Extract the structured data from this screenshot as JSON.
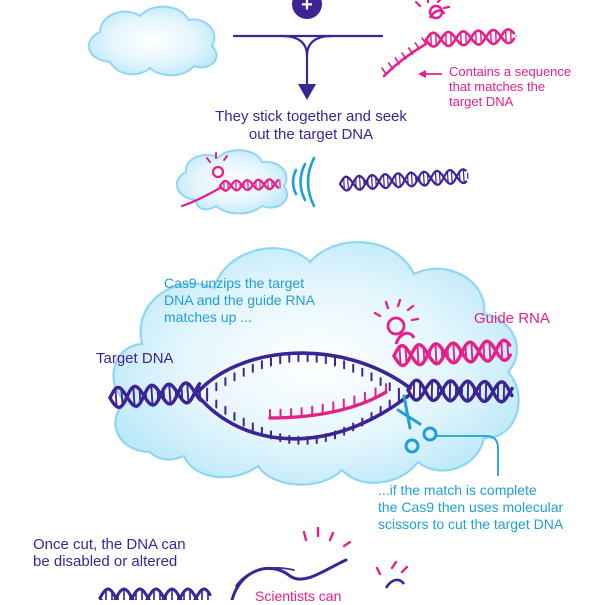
{
  "colors": {
    "purple": "#3d2496",
    "pink": "#e5208a",
    "blue": "#1e9fd8",
    "cloud_fill": "#cdeefb",
    "cloud_edge": "#8fd6f3"
  },
  "plus_symbol": "+",
  "labels": {
    "guide_sequence_note": "Contains a sequence\nthat matches the\ntarget DNA",
    "stick_together": "They stick together and seek\nout the target DNA",
    "cas9_unzips": "Cas9 unzips the target\nDNA and the guide RNA\nmatches up ...",
    "guide_rna": "Guide RNA",
    "target_dna": "Target DNA",
    "match_complete": "...if the match is complete\nthe Cas9 then uses molecular\nscissors to cut the target DNA",
    "once_cut": "Once cut, the DNA can\nbe disabled or altered",
    "scientists_can": "Scientists can"
  },
  "icons": {
    "cas9_protein": "cloud-shape-icon",
    "signal": "signal-waves-icon",
    "scissors": "scissors-icon",
    "arrow": "arrow-down-icon"
  }
}
